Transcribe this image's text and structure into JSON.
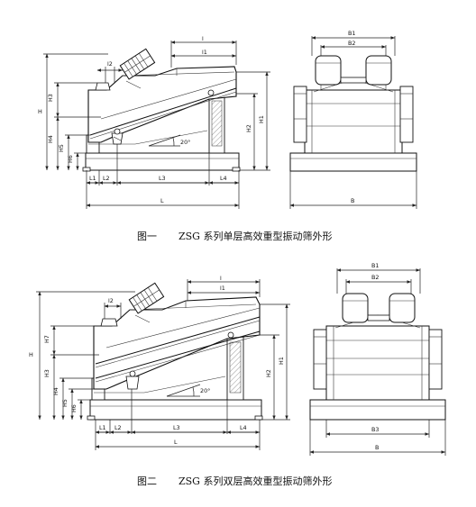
{
  "figure1": {
    "caption_number": "图一",
    "caption_title": "ZSG 系列单层高效重型振动筛外形",
    "side_view": {
      "labels": {
        "l2": "l2",
        "l1": "l1",
        "H": "H",
        "H3": "H3",
        "H4": "H4",
        "H5": "H5",
        "H6": "H6",
        "H2": "H2",
        "H1": "H1",
        "L1": "L1",
        "L2": "L2",
        "L3": "L3",
        "L4": "L4",
        "L": "L",
        "angle": "20°"
      }
    },
    "end_view": {
      "labels": {
        "B1": "B1",
        "B2": "B2",
        "B": "B"
      }
    }
  },
  "figure2": {
    "caption_number": "图二",
    "caption_title": "ZSG 系列双层高效重型振动筛外形",
    "side_view": {
      "labels": {
        "l2": "l2",
        "l": "l",
        "l1": "l1",
        "H": "H",
        "H7": "H7",
        "H3": "H3",
        "H4": "H4",
        "H5": "H5",
        "H6": "H6",
        "H2": "H2",
        "H1": "H1",
        "L1": "L1",
        "L2": "L2",
        "L3": "L3",
        "L4": "L4",
        "L": "L",
        "angle": "20°"
      }
    },
    "end_view": {
      "labels": {
        "B1": "B1",
        "B2": "B2",
        "B3": "B3",
        "B": "B"
      }
    }
  }
}
